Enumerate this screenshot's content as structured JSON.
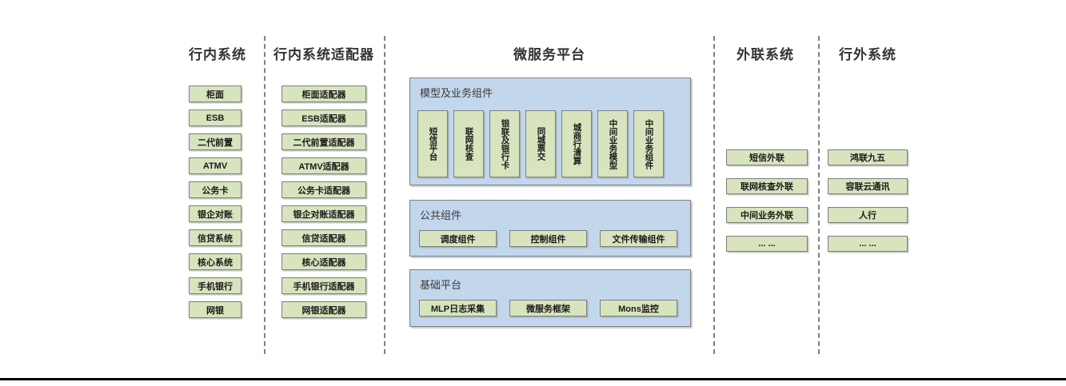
{
  "headers": {
    "internal": "行内系统",
    "adapters": "行内系统适配器",
    "microservice": "微服务平台",
    "outreach": "外联系统",
    "external": "行外系统"
  },
  "internal_systems": {
    "items": [
      "柜面",
      "ESB",
      "二代前置",
      "ATMV",
      "公务卡",
      "银企对账",
      "信贷系统",
      "核心系统",
      "手机银行",
      "网银"
    ]
  },
  "adapter_systems": {
    "items": [
      "柜面适配器",
      "ESB适配器",
      "二代前置适配器",
      "ATMV适配器",
      "公务卡适配器",
      "银企对账适配器",
      "信贷适配器",
      "核心适配器",
      "手机银行适配器",
      "网银适配器"
    ]
  },
  "microservice_platform": {
    "model_panel": {
      "title": "模型及业务组件",
      "items": [
        "短信平台",
        "联网核查",
        "银联及银行卡",
        "同城票交",
        "城商行清算",
        "中间业务模型",
        "中间业务组件"
      ]
    },
    "common_panel": {
      "title": "公共组件",
      "items": [
        "调度组件",
        "控制组件",
        "文件传输组件"
      ]
    },
    "base_panel": {
      "title": "基础平台",
      "items": [
        "MLP日志采集",
        "微服务框架",
        "Mons监控"
      ]
    }
  },
  "outreach_systems": {
    "items": [
      "短信外联",
      "联网核查外联",
      "中间业务外联",
      "... ..."
    ]
  },
  "external_systems": {
    "items": [
      "鸿联九五",
      "容联云通讯",
      "人行",
      "... ..."
    ]
  },
  "colors": {
    "box_fill": "#d7e4bd",
    "box_border": "#7f7f7f",
    "panel_fill": "#c3d7ec",
    "separator": "#808080",
    "bottom_rule": "#000000"
  }
}
